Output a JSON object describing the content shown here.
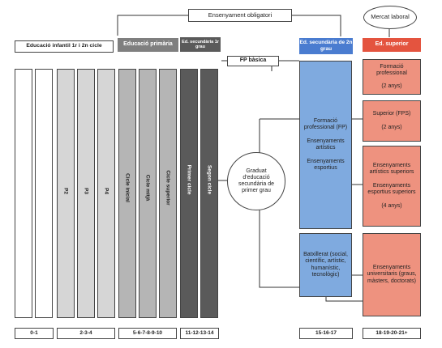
{
  "top": {
    "compulsory": "Ensenyament obligatori",
    "labour_market": "Mercat laboral"
  },
  "headers": {
    "infant": "Educació infantil 1r i 2n cicle",
    "primaria": "Educació primària",
    "eso": "Ed. secundària 1r grau",
    "fp_basica": "FP bàsica",
    "secundaria2": "Ed. secundària de 2n grau",
    "superior": "Ed. superior"
  },
  "columns": {
    "p2": "P2",
    "p3": "P3",
    "p4": "P4",
    "cicle_inicial": "Cicle inicial",
    "cicle_mitja": "Cicle mitjà",
    "cicle_superior": "Cicle superior",
    "primer_cicle": "Primer cicle",
    "segon_cicle": "Segon cicle"
  },
  "center": {
    "graduat": "Graduat d'educació secundària de primer grau"
  },
  "secondary": {
    "block1": "Formació professional (FP)\n\nEnsenyaments artístics\n\nEnsenyaments esportius",
    "block2": "Batxillerat (social, científic, artístic, humanístic, tecnològic)"
  },
  "superior_blocks": {
    "fp": "Formació professional\n\n(2 anys)",
    "fps": "Superior (FPS)\n\n(2 anys)",
    "artistics": "Ensenyaments artístics superiors\n\nEnsenyaments esportius superiors\n\n(4 anys)",
    "universitaris": "Ensenyaments universitaris (graus, màsters, doctorats)"
  },
  "ages": {
    "a1": "0-1",
    "a2": "2-3-4",
    "a3": "5-6-7-8-9-10",
    "a4": "11-12-13-14",
    "a5": "15-16-17",
    "a6": "18-19-20-21+"
  },
  "colors": {
    "primaria_header": "#7f7f7f",
    "primaria_col": "#b5b5b5",
    "eso_col": "#5a5a5a",
    "secondary": "#7faadf",
    "superior": "#ee927f",
    "infant_light": "#d6d6d6"
  }
}
